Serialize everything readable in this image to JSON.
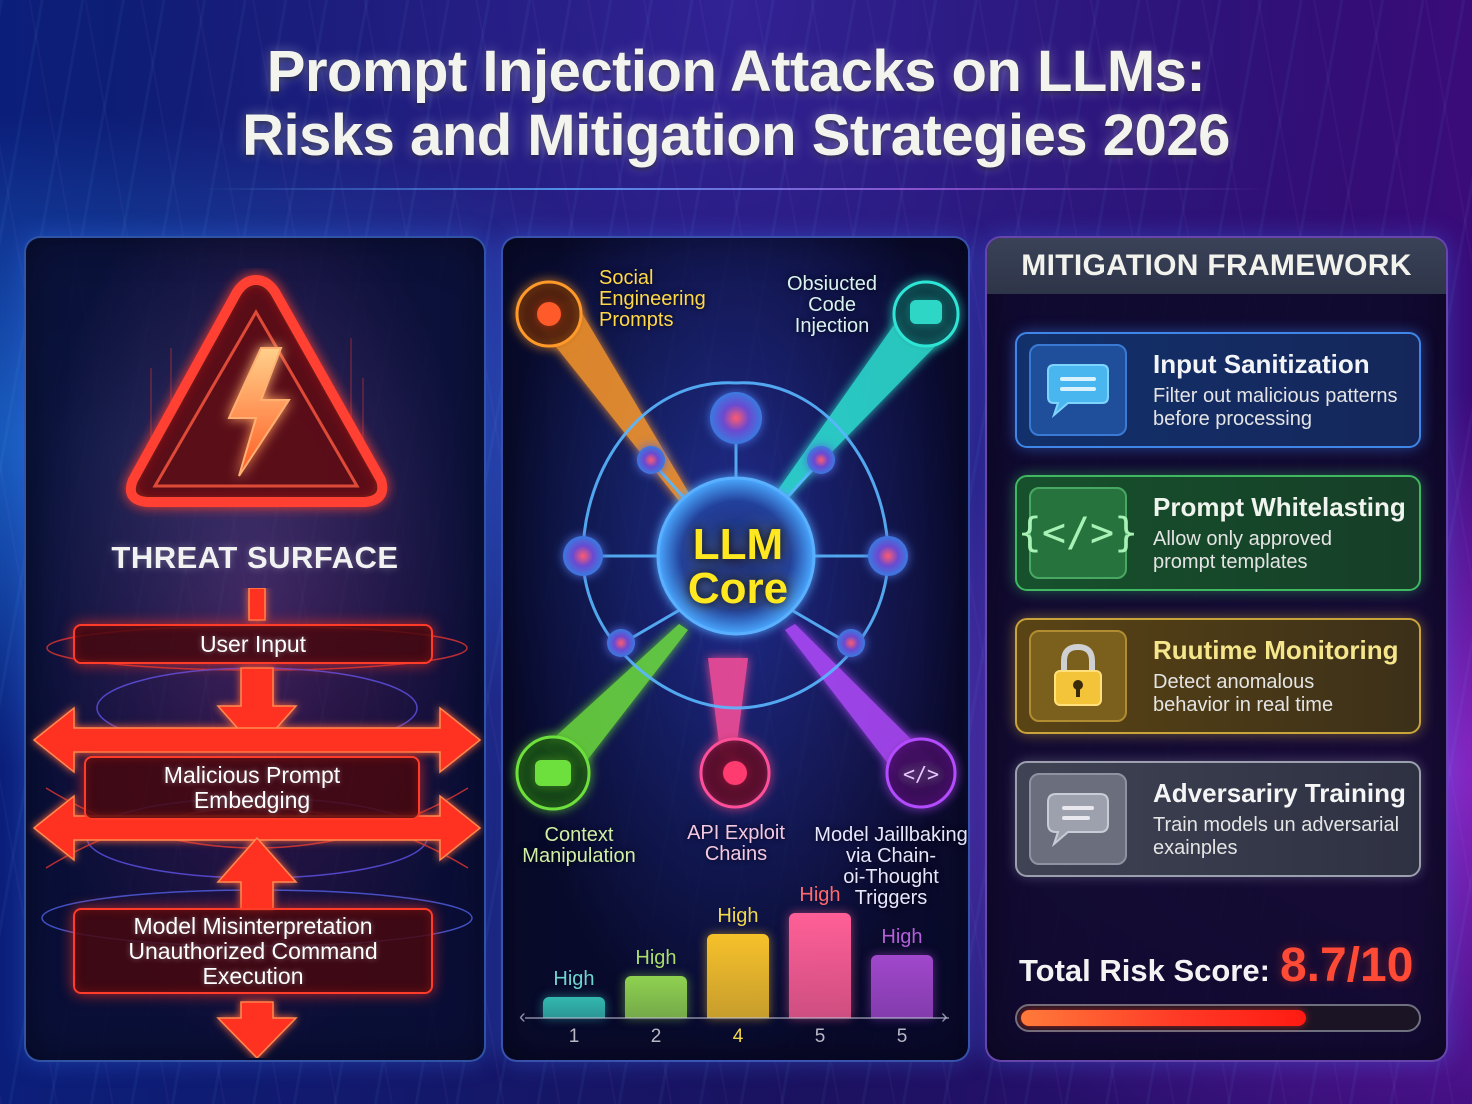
{
  "header": {
    "title_line1": "Prompt Injection Attacks on LLMs:",
    "title_line2": "Risks and Mitigation Strategies 2026"
  },
  "threat_panel": {
    "icon": "warning-lightning-icon",
    "heading": "THREAT SURFACE",
    "flow": [
      {
        "lines": [
          "User Input"
        ]
      },
      {
        "lines": [
          "Malicious Prompt",
          "Embedging"
        ]
      },
      {
        "lines": [
          "Model Misinterpretation",
          "Unauthorized Command",
          "Execution"
        ]
      }
    ]
  },
  "attack_panel": {
    "core_label_line1": "LLM",
    "core_label_line2": "Core",
    "vectors": [
      {
        "lines": [
          "Social",
          "Engineering",
          "Prompts"
        ],
        "color": "#ffb02e",
        "icon": "virus-icon"
      },
      {
        "lines": [
          "Obsiucted",
          "Code",
          "Injection"
        ],
        "color": "#2ee6d6",
        "icon": "chat-bubble-icon"
      },
      {
        "lines": [
          "Context",
          "Manipulation"
        ],
        "color": "#7be03c",
        "icon": "chat-bubble-icon"
      },
      {
        "lines": [
          "API Exploit",
          "Chains"
        ],
        "color": "#ff4f9a",
        "icon": "virus-icon"
      },
      {
        "lines": [
          "Model Jaillbaking",
          "via  Chain-",
          "oi-Thought",
          "Triggers"
        ],
        "color": "#b44cff",
        "icon": "code-icon"
      }
    ]
  },
  "chart_data": {
    "type": "bar",
    "title": "",
    "categories": [
      "1",
      "2",
      "4",
      "5",
      "5"
    ],
    "values": [
      1,
      2,
      4,
      5,
      3
    ],
    "bar_labels": [
      "High",
      "High",
      "High",
      "High",
      "High"
    ],
    "colors": [
      "#33b8b0",
      "#8fd150",
      "#f6c12a",
      "#ff5f96",
      "#a148cc"
    ],
    "label_colors": [
      "#6fd3cf",
      "#a9dd6a",
      "#f2d84a",
      "#ff6a6a",
      "#b45ed8"
    ],
    "xlabel": "",
    "ylabel": "",
    "grid": false,
    "legend": "none"
  },
  "mitigation_panel": {
    "heading": "MITIGATION FRAMEWORK",
    "cards": [
      {
        "title": "Input Sanitization",
        "desc_line1": "Filter out malicious patterns",
        "desc_line2": "before processing",
        "icon": "chat-bubble-icon"
      },
      {
        "title": "Prompt Whitelasting",
        "desc_line1": "Allow only approved",
        "desc_line2": "prompt templates",
        "icon": "code-braces-icon",
        "glyph": "{</>}"
      },
      {
        "title": "Ruutime Monitoring",
        "desc_line1": "Detect anomalous",
        "desc_line2": "behavior in real time",
        "icon": "padlock-icon"
      },
      {
        "title": "Adversariry Training",
        "desc_line1": "Train models un adversarial",
        "desc_line2": "exainples",
        "icon": "chat-bubble-icon"
      }
    ],
    "risk": {
      "label": "Total Risk Score:",
      "value": "8.7/10",
      "percent": 87,
      "color": "#ff4a36"
    }
  }
}
